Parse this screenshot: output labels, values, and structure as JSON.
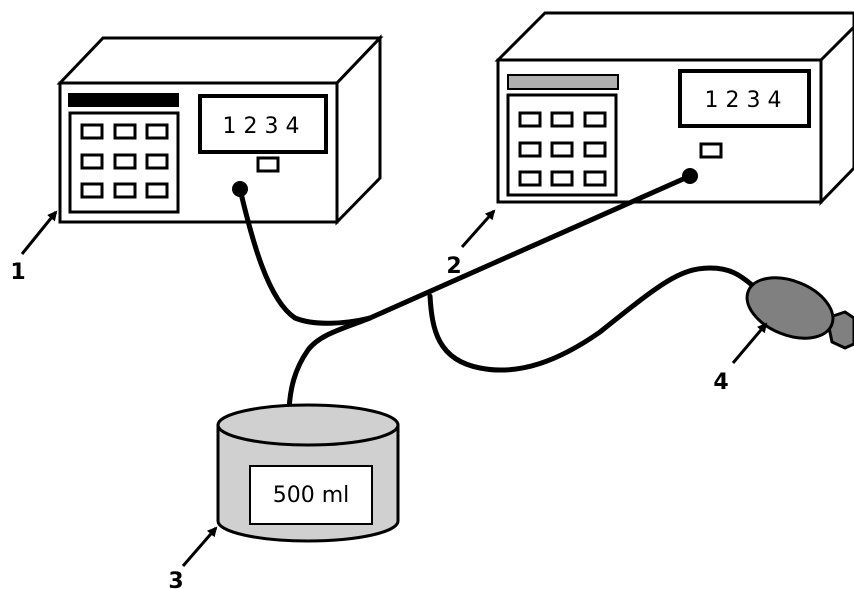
{
  "device_1": {
    "display_value": "1 2 3 4",
    "callout": "1"
  },
  "device_2": {
    "display_value": "1 2 3 4",
    "callout": "2"
  },
  "container": {
    "volume_label": "500 ml",
    "callout": "3"
  },
  "bulb": {
    "callout": "4"
  }
}
